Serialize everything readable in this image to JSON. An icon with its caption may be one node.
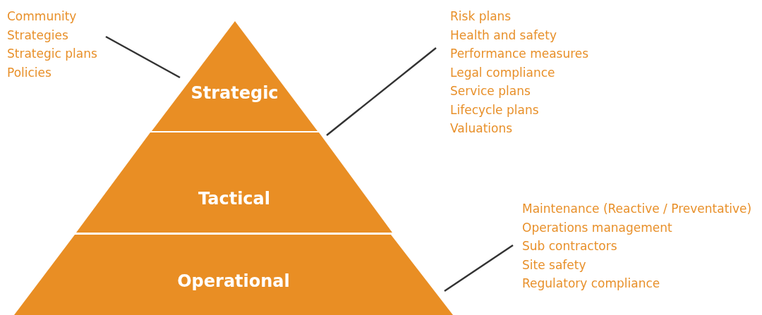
{
  "diagram": {
    "nodes": [
      {
        "text": [
          "Strategic"
        ]
      },
      {
        "text": [
          "Tactical"
        ]
      },
      {
        "text": [
          "Operational"
        ]
      },
      {
        "text": [
          "Community",
          "Strategies",
          "Strategic plans",
          "Policies"
        ]
      },
      {
        "text": [
          "Risk plans",
          "Health and safety",
          "Performance measures",
          "Legal compliance",
          "Service plans",
          "Lifecycle plans",
          "Valuations"
        ]
      },
      {
        "text": [
          "Maintenance (Reactive / Preventative)",
          "Operations management",
          "Sub contractors",
          "Site safety",
          "Regulatory compliance"
        ]
      }
    ],
    "edges": [
      {
        "from": 3,
        "to": 0,
        "arrow": "none"
      },
      {
        "from": 4,
        "to": 1,
        "arrow": "none"
      },
      {
        "from": 5,
        "to": 2,
        "arrow": "none"
      }
    ]
  }
}
